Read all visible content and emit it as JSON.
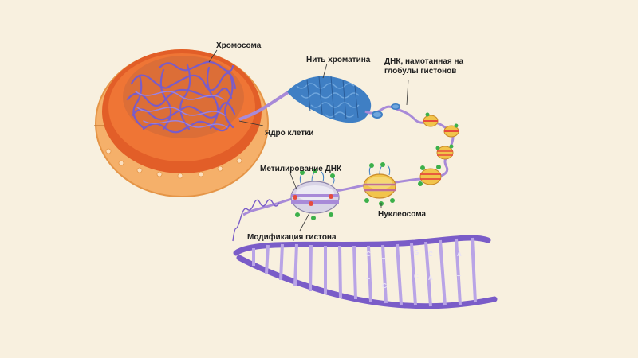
{
  "labels": {
    "chromosome": "Хромосома",
    "chromatin_fiber": "Нить хроматина",
    "dna_wrapped": "ДНК, намотанная на глобулы гистонов",
    "cell_nucleus": "Ядро клетки",
    "dna_methylation": "Метилирование ДНК",
    "nucleosome": "Нуклеосома",
    "histone_modification": "Модификация гистона"
  },
  "base_letters": [
    "C",
    "T",
    "T",
    "G",
    "G",
    "C",
    "C",
    "A",
    "A",
    "T"
  ],
  "colors": {
    "background": "#f8f0df",
    "nucleus_outer": "#f2a65b",
    "nucleus_inner": "#e8622a",
    "chromatin": "#7a5cc8",
    "fiber": "#3f7fc4",
    "dna_strand": "#a88ad8",
    "histone_yellow": "#f2c44b",
    "histone_red": "#e64b3c",
    "methyl_green": "#3cb04a"
  }
}
